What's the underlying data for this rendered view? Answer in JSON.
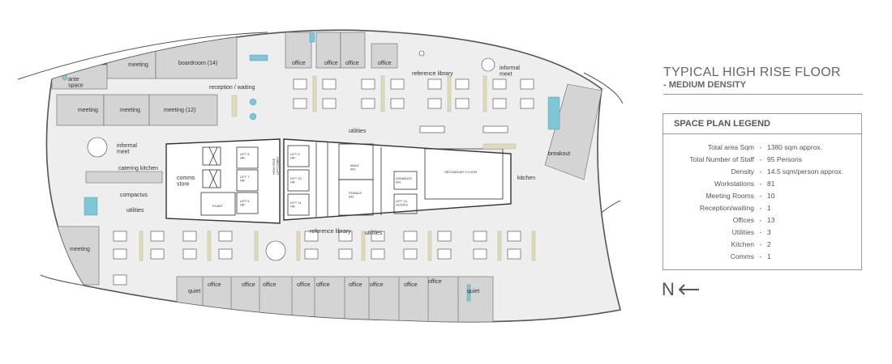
{
  "plan": {
    "labels": {
      "meeting_top": "meeting",
      "boardroom": "boardroom (14)",
      "ante_space": "ante\nspace",
      "meeting_1": "meeting",
      "meeting_2": "meeting",
      "meeting_12": "meeting (12)",
      "reception": "reception / waiting",
      "office_1": "office",
      "office_2": "office",
      "office_3": "office",
      "office_4": "office",
      "reference_library_top": "reference library",
      "informal_meet_top": "informal\nmeet",
      "utilities_top": "utilities",
      "informal_meet_left": "informal\nmeet",
      "catering_kitchen": "catering kitchen",
      "comms_store": "comms\nstore",
      "compactus": "compactus",
      "utilities_left": "utilities",
      "meeting_left": "meeting",
      "breakout": "breakout",
      "kitchen": "kitchen",
      "reference_library_bottom": "reference library",
      "utilities_bottom": "utilities",
      "quiet_1": "quiet",
      "quiet_2": "quiet",
      "office_b1": "office",
      "office_b2": "office",
      "office_b3": "office",
      "office_b4": "office",
      "office_b5": "office",
      "office_b6": "office",
      "office_b7": "office",
      "office_b8": "office",
      "office_b9": "office",
      "secondary_floor": "SECONDARY FLOOR",
      "lift_8": "LIFT 8\nHR",
      "lift_7": "LIFT 7\nHR",
      "lift_6": "LIFT 6\nHR",
      "lift_9": "LIFT 9\nHR",
      "lift_10": "LIFT 10\nHR",
      "lift_11": "LIFT 11\nHR",
      "lift_14": "LIFT 14\nGOODS",
      "high_rise_lobby": "HIGH RISE\nLIFT LOBBY",
      "plant": "PLANT",
      "male_wc": "MALE\nWC",
      "female_wc": "FEMALE\nWC",
      "disabled_wc": "DISABLED\nWC"
    }
  },
  "header": {
    "title": "TYPICAL HIGH RISE FLOOR",
    "subtitle": "- MEDIUM DENSITY"
  },
  "legend": {
    "title": "SPACE PLAN LEGEND",
    "rows": [
      {
        "key": "Total area Sqm",
        "dash": "-",
        "value": "1380 sqm approx."
      },
      {
        "key": "Total Number of Staff",
        "dash": "-",
        "value": "95 Persons"
      },
      {
        "key": "Density",
        "dash": "-",
        "value": "14.5 sqm/person approx."
      },
      {
        "key": "Workstations",
        "dash": "-",
        "value": "81"
      },
      {
        "key": "Meeting Rooms",
        "dash": "-",
        "value": "10"
      },
      {
        "key": "Reception/waiting",
        "dash": "-",
        "value": "1"
      },
      {
        "key": "Offices",
        "dash": "-",
        "value": "13"
      },
      {
        "key": "Utilities",
        "dash": "-",
        "value": "3"
      },
      {
        "key": "Kitchen",
        "dash": "-",
        "value": "2"
      },
      {
        "key": "Comms",
        "dash": "-",
        "value": "1"
      }
    ]
  },
  "north": {
    "letter": "N",
    "arrow_icon": "arrow-left-icon"
  },
  "colors": {
    "floor": "#eeeeee",
    "room": "#d4d4d4",
    "line": "#555555",
    "accent": "#7fc6d6",
    "timber": "#e2dcb6"
  }
}
